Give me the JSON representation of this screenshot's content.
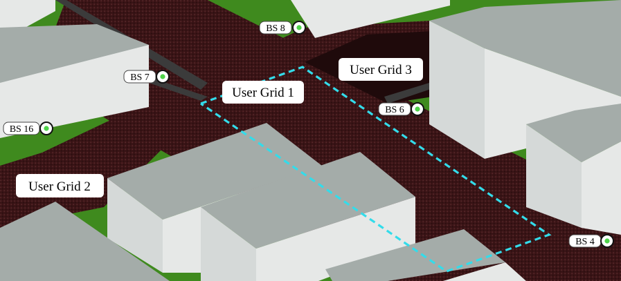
{
  "colors": {
    "ground_grass": "#3f8a1e",
    "road": "#3a1416",
    "road_dark_texture": "#1f0a0b",
    "sidewalk": "#3b3b3b",
    "building_top": "#a4aca9",
    "building_side_light": "#e6e8e7",
    "building_side_dark": "#d5d9d8",
    "user_grid_line": "#33dcea",
    "bs_marker_ring": "#111111",
    "bs_marker_fill": "#4fd34a"
  },
  "user_grids": [
    {
      "id": "grid-1",
      "label": "User Grid 1"
    },
    {
      "id": "grid-2",
      "label": "User Grid 2"
    },
    {
      "id": "grid-3",
      "label": "User Grid 3"
    }
  ],
  "base_stations": [
    {
      "id": "bs-8",
      "label": "BS 8",
      "icon": "antenna-marker-icon"
    },
    {
      "id": "bs-7",
      "label": "BS 7",
      "icon": "antenna-marker-icon"
    },
    {
      "id": "bs-16",
      "label": "BS 16",
      "icon": "antenna-marker-icon"
    },
    {
      "id": "bs-6",
      "label": "BS 6",
      "icon": "antenna-marker-icon"
    },
    {
      "id": "bs-4",
      "label": "BS 4",
      "icon": "antenna-marker-icon"
    }
  ]
}
